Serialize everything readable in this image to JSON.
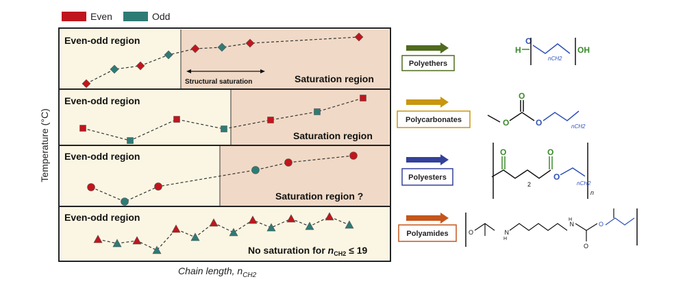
{
  "legend": {
    "even_label": "Even",
    "odd_label": "Odd",
    "even_color": "#c0161d",
    "odd_color": "#2e7b75"
  },
  "axes": {
    "ylabel": "Temperature (°C)",
    "xlabel_main": "Chain length, ",
    "xlabel_var": "n",
    "xlabel_sub": "CH2"
  },
  "panels": [
    {
      "evenodd_label": "Even-odd region",
      "saturation_label": "Saturation region",
      "structural_label": "Structural saturation",
      "marker": "diamond",
      "points": [
        {
          "parity": "even"
        },
        {
          "parity": "odd"
        },
        {
          "parity": "even"
        },
        {
          "parity": "odd"
        },
        {
          "parity": "even"
        },
        {
          "parity": "odd"
        },
        {
          "parity": "even"
        },
        {
          "parity": "even"
        }
      ]
    },
    {
      "evenodd_label": "Even-odd region",
      "saturation_label": "Saturation region",
      "marker": "square",
      "points": [
        {
          "parity": "even"
        },
        {
          "parity": "odd"
        },
        {
          "parity": "even"
        },
        {
          "parity": "odd"
        },
        {
          "parity": "even"
        },
        {
          "parity": "odd"
        },
        {
          "parity": "even"
        }
      ]
    },
    {
      "evenodd_label": "Even-odd region",
      "saturation_label": "Saturation region ?",
      "marker": "circle",
      "points": [
        {
          "parity": "even"
        },
        {
          "parity": "odd"
        },
        {
          "parity": "even"
        },
        {
          "parity": "odd"
        },
        {
          "parity": "even"
        },
        {
          "parity": "even"
        }
      ]
    },
    {
      "evenodd_label": "Even-odd region",
      "saturation_prefix": "No saturation for ",
      "saturation_var": "n",
      "saturation_sub": "CH2",
      "saturation_suffix": " ≤ 19",
      "marker": "triangle",
      "points": [
        {
          "parity": "even"
        },
        {
          "parity": "odd"
        },
        {
          "parity": "even"
        },
        {
          "parity": "odd"
        },
        {
          "parity": "even"
        },
        {
          "parity": "odd"
        },
        {
          "parity": "even"
        },
        {
          "parity": "odd"
        },
        {
          "parity": "even"
        },
        {
          "parity": "odd"
        },
        {
          "parity": "even"
        },
        {
          "parity": "odd"
        },
        {
          "parity": "even"
        },
        {
          "parity": "odd"
        }
      ]
    }
  ],
  "polymers": [
    {
      "label": "Polyethers",
      "arrow_color": "#4f6b1f",
      "box_color": "#4f6b1f"
    },
    {
      "label": "Polycarbonates",
      "arrow_color": "#c9960f",
      "box_color": "#c9960f"
    },
    {
      "label": "Polyesters",
      "arrow_color": "#33419a",
      "box_color": "#33419a"
    },
    {
      "label": "Polyamides",
      "arrow_color": "#c5561b",
      "box_color": "#c5561b"
    }
  ],
  "chem": {
    "polyether_h": "H",
    "polyether_o": "O",
    "polyether_oh": "OH",
    "sub_nch2": "n",
    "sub_ch2": "CH2",
    "polycarbonate_o1": "O",
    "polycarbonate_o2": "O",
    "polycarbonate_o3": "O",
    "polyester_o1": "O",
    "polyester_o2": "O",
    "polyester_o3": "O",
    "polyester_sub2": "2",
    "polyester_subn": "n",
    "polyamide_o1": "O",
    "polyamide_o2": "O",
    "polyamide_o3": "O",
    "polyamide_n1": "N",
    "polyamide_n2": "N",
    "polyamide_h1": "H",
    "polyamide_h2": "H"
  }
}
